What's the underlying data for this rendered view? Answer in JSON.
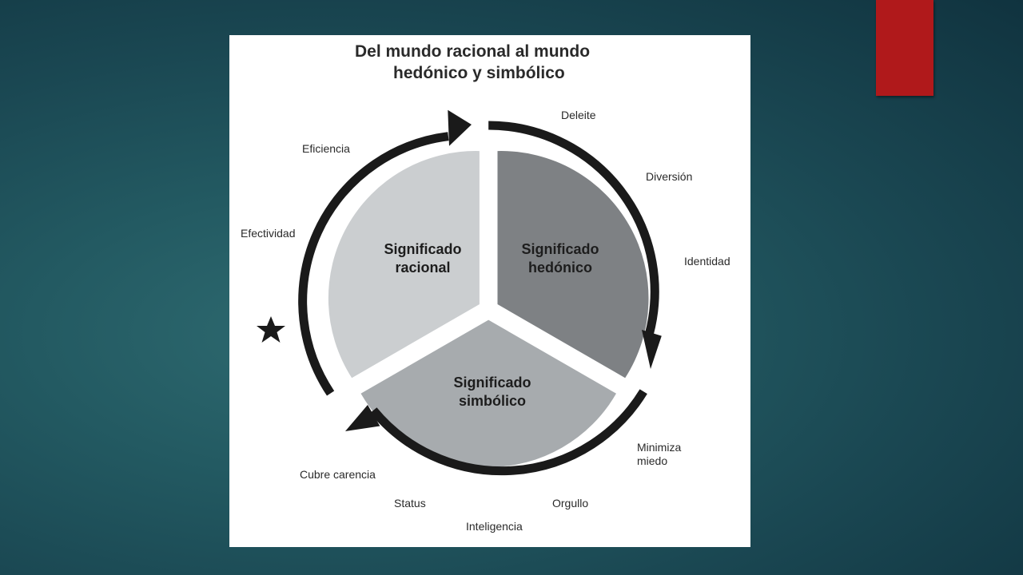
{
  "slide": {
    "accent_color": "#b0191b"
  },
  "diagram": {
    "title_line1": "Del mundo racional al mundo",
    "title_line2": "hedónico y simbólico",
    "segments": {
      "racional": {
        "line1": "Significado",
        "line2": "racional",
        "color": "#cbced0"
      },
      "hedonico": {
        "line1": "Significado",
        "line2": "hedónico",
        "color": "#7e8184"
      },
      "simbolico": {
        "line1": "Significado",
        "line2": "simbólico",
        "color": "#a7abae"
      }
    },
    "arrow_color": "#1a1a1a",
    "outer_labels": {
      "deleite": "Deleite",
      "diversion": "Diversión",
      "identidad": "Identidad",
      "minimiza_line1": "Minimiza",
      "minimiza_line2": "miedo",
      "orgullo": "Orgullo",
      "inteligencia": "Inteligencia",
      "status": "Status",
      "cubre_carencia": "Cubre carencia",
      "efectividad": "Efectividad",
      "eficiencia": "Eficiencia"
    },
    "star_icon": "star-icon"
  }
}
